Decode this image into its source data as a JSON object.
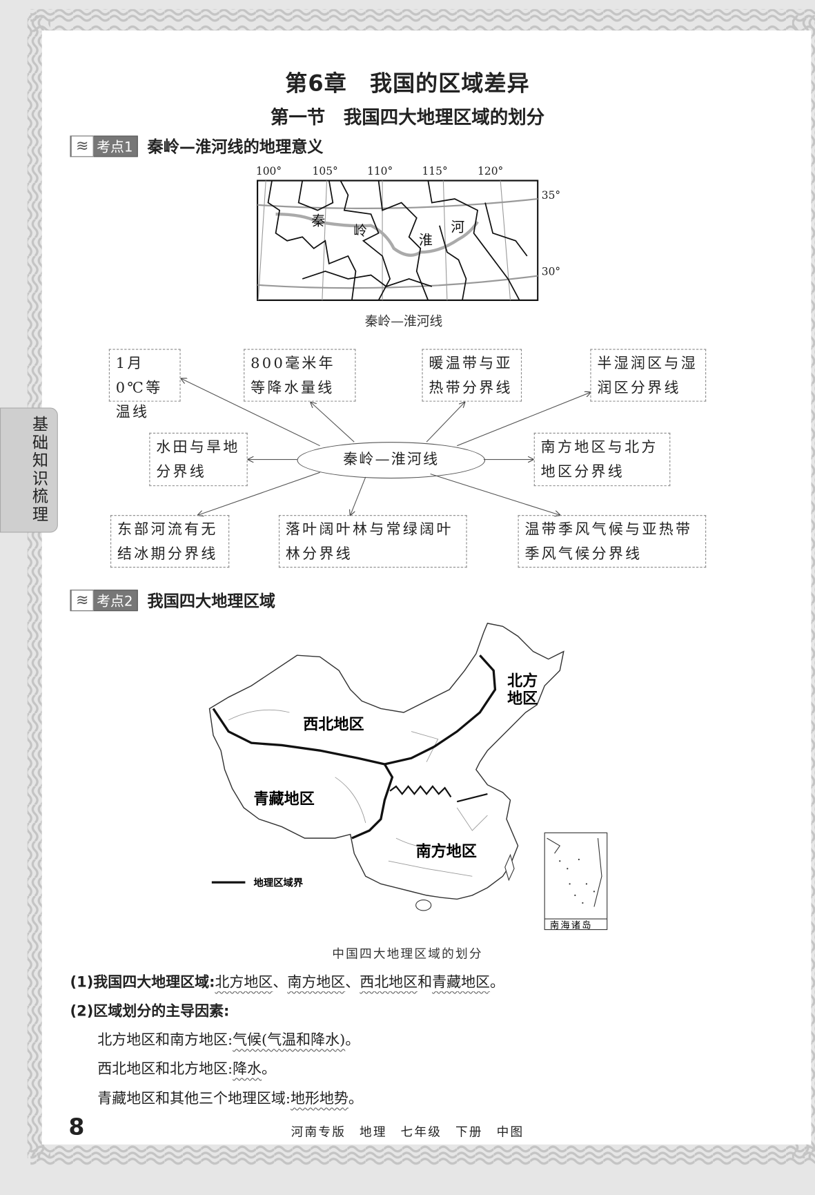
{
  "side_tab": "基础知识梳理",
  "chapter_title": "第6章　我国的区域差异",
  "section_title": "第一节　我国四大地理区域的划分",
  "kaodian1": {
    "badge": "考点1",
    "title": "秦岭—淮河线的地理意义"
  },
  "map1": {
    "lon_labels": [
      "100°",
      "105°",
      "110°",
      "115°",
      "120°"
    ],
    "lat_labels": [
      "35°",
      "30°"
    ],
    "labels": [
      "秦",
      "岭",
      "淮",
      "河"
    ],
    "caption": "秦岭—淮河线"
  },
  "concept": {
    "center": "秦岭—淮河线",
    "items": [
      "1月0℃等温线",
      "800毫米年等降水量线",
      "暖温带与亚热带分界线",
      "半湿润区与湿润区分界线",
      "水田与旱地分界线",
      "南方地区与北方地区分界线",
      "东部河流有无结冰期分界线",
      "落叶阔叶林与常绿阔叶林分界线",
      "温带季风气候与亚热带季风气候分界线"
    ]
  },
  "kaodian2": {
    "badge": "考点2",
    "title": "我国四大地理区域"
  },
  "map2": {
    "regions": [
      "北方\n地区",
      "西北地区",
      "青藏地区",
      "南方地区"
    ],
    "legend": "地理区域界",
    "inset": "南海诸岛",
    "caption": "中国四大地理区域的划分"
  },
  "notes": {
    "l1_label": "(1)我国四大地理区域:",
    "l1_a": "北方地区",
    "l1_s1": "、",
    "l1_b": "南方地区",
    "l1_s2": "、",
    "l1_c": "西北地区",
    "l1_s3": "和",
    "l1_d": "青藏地区",
    "l1_end": "。",
    "l2_label": "(2)区域划分的主导因素:",
    "l3_label": "北方地区和南方地区:",
    "l3_ans": "气候(气温和降水)",
    "l3_end": "。",
    "l4_label": "西北地区和北方地区:",
    "l4_ans": "降水",
    "l4_end": "。",
    "l5_label": "青藏地区和其他三个地理区域:",
    "l5_ans": "地形地势",
    "l5_end": "。"
  },
  "footer": {
    "page": "8",
    "info": "河南专版　地理　七年级　下册　中图"
  }
}
